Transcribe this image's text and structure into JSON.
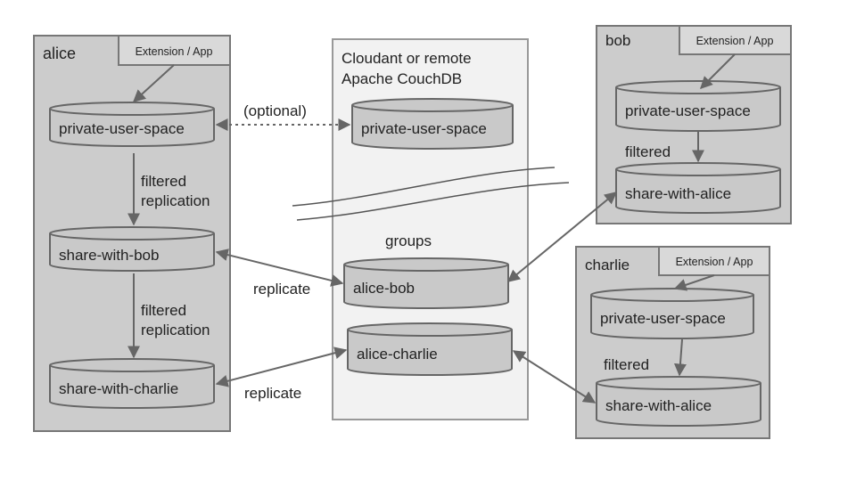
{
  "panels": {
    "alice": {
      "label": "alice",
      "app": "Extension / App",
      "db1": "private-user-space",
      "db2": "share-with-bob",
      "db3": "share-with-charlie",
      "edge1": [
        "filtered",
        "replication"
      ],
      "edge2": [
        "filtered",
        "replication"
      ]
    },
    "server": {
      "title": [
        "Cloudant or remote",
        "Apache CouchDB"
      ],
      "db1": "private-user-space",
      "groups": "groups",
      "db2": "alice-bob",
      "db3": "alice-charlie"
    },
    "bob": {
      "label": "bob",
      "app": "Extension / App",
      "db1": "private-user-space",
      "edge": "filtered",
      "db2": "share-with-alice"
    },
    "charlie": {
      "label": "charlie",
      "app": "Extension / App",
      "db1": "private-user-space",
      "edge": "filtered",
      "db2": "share-with-alice"
    }
  },
  "links": {
    "optional": "(optional)",
    "replicate1": "replicate",
    "replicate2": "replicate"
  },
  "colors": {
    "panel_fill": "#cccccc",
    "panel_stroke": "#777777",
    "server_fill": "#f2f2f2",
    "db_fill": "#c9c9c9",
    "db_stroke": "#666666",
    "arrow": "#666666"
  }
}
